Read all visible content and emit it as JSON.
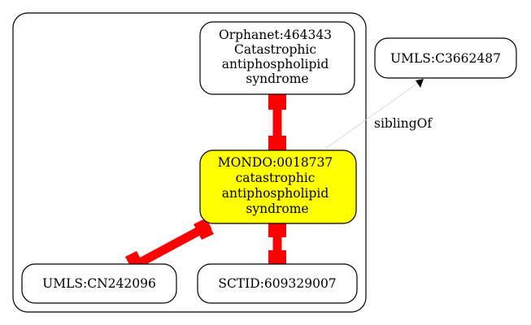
{
  "colors": {
    "highlight_fill": "#ffff00",
    "node_fill": "#ffffff",
    "stroke": "#000000",
    "strong_edge": "#ff0000",
    "weak_edge": "#d3d3d3",
    "arrow": "#000000"
  },
  "nodes": {
    "orphanet": {
      "lines": [
        "Orphanet:464343",
        "Catastrophic",
        "antiphospholipid",
        "syndrome"
      ]
    },
    "mondo": {
      "lines": [
        "MONDO:0018737",
        "catastrophic",
        "antiphospholipid",
        "syndrome"
      ]
    },
    "umls_cn": {
      "lines": [
        "UMLS:CN242096"
      ]
    },
    "sctid": {
      "lines": [
        "SCTID:609329007"
      ]
    },
    "umls_c": {
      "lines": [
        "UMLS:C3662487"
      ]
    }
  },
  "edges": {
    "sibling_label": "siblingOf"
  }
}
